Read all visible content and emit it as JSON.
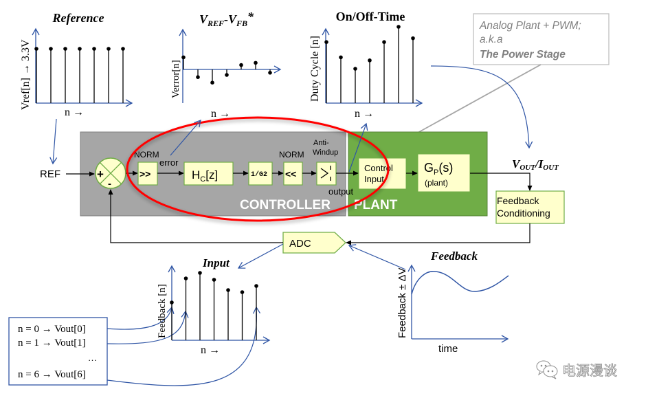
{
  "colors": {
    "controller_bg": "#a6a6a6",
    "plant_bg": "#70ad47",
    "block_fill": "#ffffcc",
    "block_border": "#70ad47",
    "axis_blue": "#2f55a5",
    "highlight_ellipse": "#ff0000",
    "callout_border": "#bfbfbf",
    "callout_text": "#7f7f7f",
    "wire": "#000000"
  },
  "plots": {
    "reference": {
      "title": "Reference",
      "ylabel": "Vref[n] → 3.3V",
      "xlabel": "n →",
      "values": [
        1,
        1,
        1,
        1,
        1,
        1,
        1
      ]
    },
    "verror": {
      "title_main": "V",
      "title_sub1": "REF",
      "title_dash": "-V",
      "title_sub2": "FB",
      "title_star": "*",
      "ylabel": "Verror[n]",
      "xlabel": "n →",
      "values": [
        0.55,
        -0.35,
        -0.6,
        -0.25,
        0.2,
        0.3,
        -0.15
      ]
    },
    "duty": {
      "title": "On/Off-Time",
      "ylabel": "Duty Cycle [n]",
      "xlabel": "n →",
      "values": [
        0.8,
        0.6,
        0.45,
        0.56,
        0.8,
        1.0,
        0.85
      ]
    },
    "input": {
      "title": "Input",
      "ylabel": "Feedback [n]",
      "xlabel": "n →",
      "values": [
        0.55,
        0.9,
        0.98,
        0.88,
        0.73,
        0.7,
        0.79
      ]
    },
    "feedback": {
      "title": "Feedback",
      "ylabel": "Feedback ± ΔV",
      "xlabel": "time"
    }
  },
  "callout": {
    "line1": "Analog Plant + PWM;",
    "line2": "a.k.a",
    "line3": "The Power Stage"
  },
  "blocks": {
    "ref_label": "REF",
    "sum_plus": "+",
    "sum_minus": "-",
    "norm1_label": "NORM",
    "norm1_symbol": ">>",
    "error_label": "error",
    "hc_main": "H",
    "hc_sub": "C",
    "hc_tail": "[z]",
    "gain_label": "1/G2",
    "norm2_label": "NORM",
    "norm2_symbol": "<<",
    "antiwindup_label1": "Anti-",
    "antiwindup_label2": "Windup",
    "output_label": "output",
    "controller_title": "CONTROLLER",
    "plant_title": "PLANT",
    "control_input1": "Control",
    "control_input2": "Input",
    "gp_main": "G",
    "gp_sub": "P",
    "gp_tail": "(s)",
    "gp_note": "(plant)",
    "vout_main1": "V",
    "vout_sub1": "OUT",
    "vout_slash": "/I",
    "vout_sub2": "OUT",
    "fbcond1": "Feedback",
    "fbcond2": "Conditioning",
    "adc_label": "ADC"
  },
  "samples_box": {
    "rows": [
      "n = 0 → Vout[0]",
      "n = 1 → Vout[1]",
      "…",
      "n = 6 → Vout[6]"
    ]
  },
  "watermark": {
    "icon": "wechat-icon",
    "text": "电源漫谈"
  }
}
